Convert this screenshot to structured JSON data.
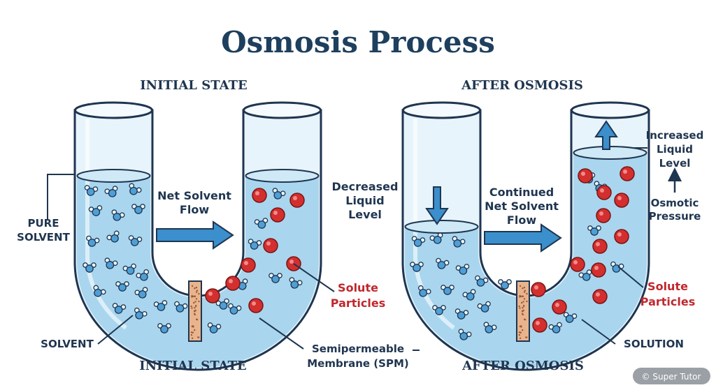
{
  "title": "Osmosis Process",
  "left_panel": {
    "header": "INITIAL STATE",
    "footer": "INITIAL STATE",
    "pure_solvent_label": [
      "PURE",
      "SOLVENT"
    ],
    "solvent_label": "SOLVENT",
    "flow_label": [
      "Net Solvent",
      "Flow"
    ],
    "solute_label": [
      "Solute",
      "Particles"
    ]
  },
  "right_panel": {
    "header": "AFTER OSMOSIS",
    "footer": "AFTER OSMOSIS",
    "decreased_label": [
      "Decreased",
      "Liquid",
      "Level"
    ],
    "flow_label": [
      "Continued",
      "Net Solvent",
      "Flow"
    ],
    "increased_label": [
      "Increased",
      "Liquid",
      "Level"
    ],
    "osmotic_label": [
      "Osmotic",
      "Pressure"
    ],
    "solute_label": [
      "Solute",
      "Particles"
    ],
    "solution_label": "SOLUTION"
  },
  "membrane_label": [
    "Semipermeable",
    "Membrane (SPM)"
  ],
  "watermark": "© Super Tutor",
  "colors": {
    "title": "#1e3f5e",
    "text": "#1f3550",
    "solute": "#c0282d",
    "liquid": "#a9d6ee",
    "tube_glass": "#e8f4fb",
    "tube_outline": "#1f3550",
    "arrow": "#3a8fcc",
    "membrane": "#e8b48d"
  }
}
